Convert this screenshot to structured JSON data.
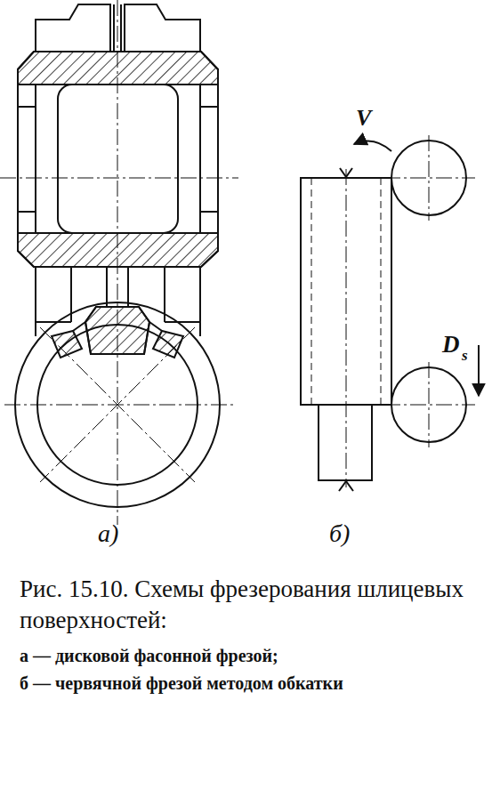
{
  "diagram": {
    "caption": "Рис. 15.10. Схемы фрезерования шлицевых поверхностей:",
    "labels": [
      "а)",
      "б)",
      "V",
      "D",
      "s",
      "а — дисковой фасонной фрезой;",
      "б — червячной фрезой методом обкатки"
    ]
  }
}
